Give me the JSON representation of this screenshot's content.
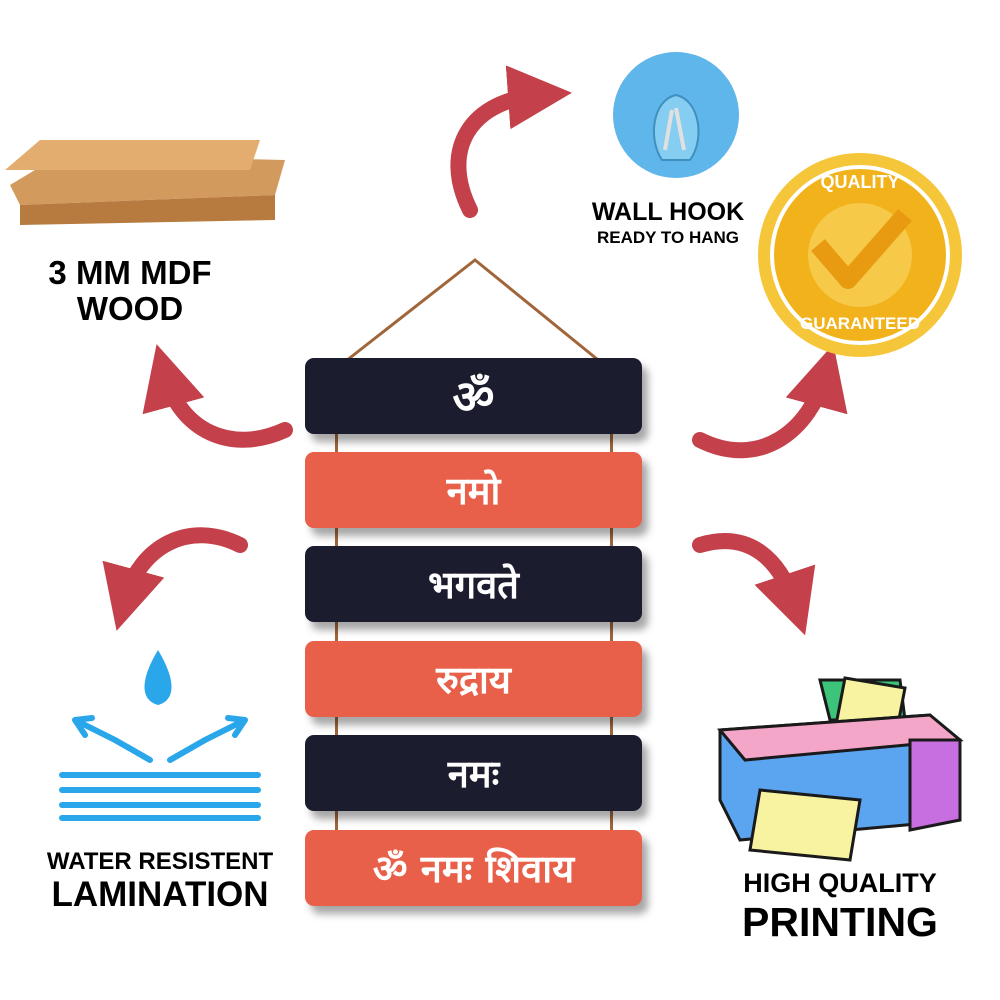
{
  "features": {
    "wood": {
      "line1": "3 MM MDF",
      "line2": "WOOD"
    },
    "hook": {
      "title": "WALL HOOK",
      "subtitle": "READY TO HANG"
    },
    "quality_badge": {
      "top": "QUALITY",
      "bottom": "GUARANTEED"
    },
    "water": {
      "line1": "WATER RESISTENT",
      "line2": "LAMINATION"
    },
    "printing": {
      "line1": "HIGH QUALITY",
      "line2": "PRINTING"
    }
  },
  "planks": [
    {
      "text": "ॐ",
      "color": "#1b1c2e"
    },
    {
      "text": "नमो",
      "color": "#e8604a"
    },
    {
      "text": "भगवते",
      "color": "#1b1c2e"
    },
    {
      "text": "रुद्राय",
      "color": "#e8604a"
    },
    {
      "text": "नमः",
      "color": "#1b1c2e"
    },
    {
      "text": "ॐ नमः शिवाय",
      "color": "#e8604a"
    }
  ],
  "colors": {
    "arrow": "#c4404a",
    "badge": "#f2b21c",
    "hook": "#5fb6ea",
    "water": "#2aa6ea"
  }
}
